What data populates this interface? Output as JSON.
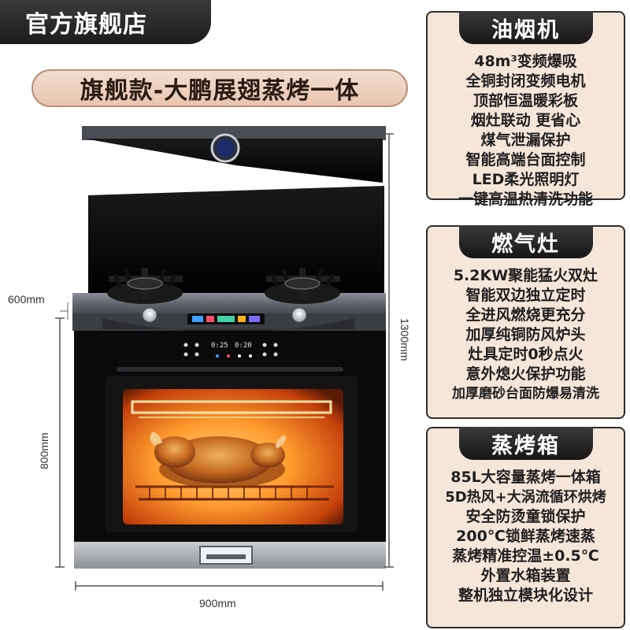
{
  "store": {
    "tag": "官方旗舰店"
  },
  "model": {
    "banner": "旗舰款-大鹏展翅蒸烤一体"
  },
  "dimensions": {
    "depth_top": "600mm",
    "total_height": "1300mm",
    "cabinet_height": "800mm",
    "width": "900mm"
  },
  "oven_display": {
    "time_left": "0:25",
    "time_right": "0:20"
  },
  "features": {
    "hood": {
      "title": "油烟机",
      "lines": [
        "48m³变频爆吸",
        "全铜封闭变频电机",
        "顶部恒温暖彩板",
        "烟灶联动 更省心",
        "煤气泄漏保护",
        "智能高端台面控制",
        "LED柔光照明灯",
        "一键高温热清洗功能"
      ]
    },
    "stove": {
      "title": "燃气灶",
      "lines": [
        "5.2KW聚能猛火双灶",
        "智能双边独立定时",
        "全进风燃烧更充分",
        "加厚纯铜防风炉头",
        "灶具定时0秒点火",
        "意外熄火保护功能",
        "加厚磨砂台面防爆易清洗"
      ]
    },
    "oven": {
      "title": "蒸烤箱",
      "lines": [
        "85L大容量蒸烤一体箱",
        "5D热风+大涡流循环烘烤",
        "安全防烫童锁保护",
        "200℃锁鲜蒸烤速蒸",
        "蒸烤精准控温±0.5℃",
        "外置水箱装置",
        "整机独立模块化设计"
      ]
    }
  },
  "colors": {
    "card_bg": "#f6e6da",
    "title_bg": "#1c1c1c",
    "banner_bg": "#ecd0bd",
    "oven_glow": "#ff8a1f"
  }
}
